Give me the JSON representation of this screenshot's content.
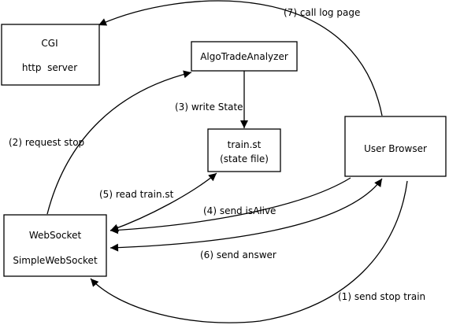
{
  "nodes": {
    "cgi": {
      "line1": "CGI",
      "line2": "http  server"
    },
    "algo": {
      "label": "AlgoTradeAnalyzer"
    },
    "trainst": {
      "line1": "train.st",
      "line2": "(state file)"
    },
    "browser": {
      "label": "User Browser"
    },
    "websocket": {
      "line1": "WebSocket",
      "line2": "SimpleWebSocket"
    }
  },
  "edges": {
    "send_stop_train": "(1) send stop train",
    "request_stop": "(2) request stop",
    "write_state": "(3) write State",
    "send_is_alive": "(4) send isAlive",
    "read_train_st": "(5) read train.st",
    "send_answer": "(6) send answer",
    "call_log_page": "(7) call log page"
  },
  "colors": {
    "stroke": "#000000",
    "fill": "#ffffff",
    "text": "#000000"
  }
}
